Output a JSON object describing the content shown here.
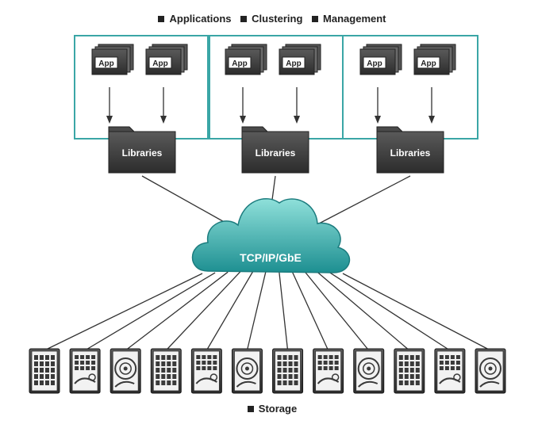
{
  "legend_top": [
    "Applications",
    "Clustering",
    "Management"
  ],
  "legend_bottom": [
    "Storage"
  ],
  "app_label": "App",
  "library_label": "Libraries",
  "network_label": "TCP/IP/GbE",
  "groups": [
    {
      "apps": [
        "App",
        "App"
      ],
      "library": "Libraries"
    },
    {
      "apps": [
        "App",
        "App"
      ],
      "library": "Libraries"
    },
    {
      "apps": [
        "App",
        "App"
      ],
      "library": "Libraries"
    }
  ],
  "storage_devices": [
    "ssd",
    "usb-drive",
    "hard-disk",
    "ssd",
    "usb-drive",
    "hard-disk",
    "ssd",
    "usb-drive",
    "hard-disk",
    "ssd",
    "usb-drive",
    "hard-disk"
  ],
  "colors": {
    "accent": "#3aa6a6",
    "cloud_light": "#8fe0da",
    "cloud_dark": "#1d8f91",
    "dark_fill": "#3a3a3a",
    "line": "#333333"
  }
}
